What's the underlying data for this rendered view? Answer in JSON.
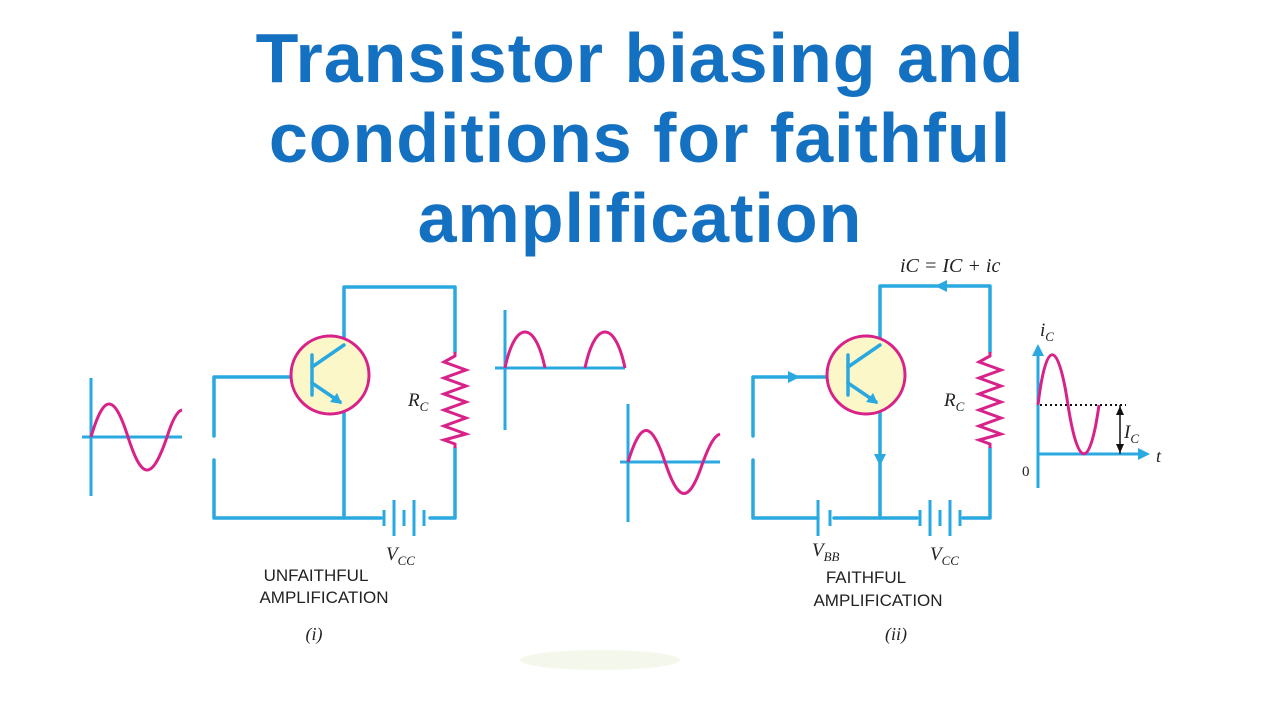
{
  "title_lines": [
    "Transistor biasing and",
    "conditions for faithful",
    "amplification"
  ],
  "left": {
    "rc_label_main": "R",
    "rc_label_sub": "C",
    "vcc_label_main": "V",
    "vcc_label_sub": "CC",
    "caption_line1": "UNFAITHFUL",
    "caption_line2": "AMPLIFICATION",
    "figure_number": "(i)"
  },
  "right": {
    "current_equation": "iC = IC + ic",
    "rc_label_main": "R",
    "rc_label_sub": "C",
    "vbb_label_main": "V",
    "vbb_label_sub": "BB",
    "vcc_label_main": "V",
    "vcc_label_sub": "CC",
    "caption_line1": "FAITHFUL",
    "caption_line2": "AMPLIFICATION",
    "figure_number": "(ii)"
  },
  "graph": {
    "y_axis_main": "i",
    "y_axis_sub": "C",
    "x_axis": "t",
    "origin": "0",
    "dc_level_main": "I",
    "dc_level_sub": "C"
  },
  "colors": {
    "title": "#1470c0",
    "wire": "#2aa9e0",
    "signal": "#d8228a",
    "transistor_fill": "#fbf7c8"
  }
}
